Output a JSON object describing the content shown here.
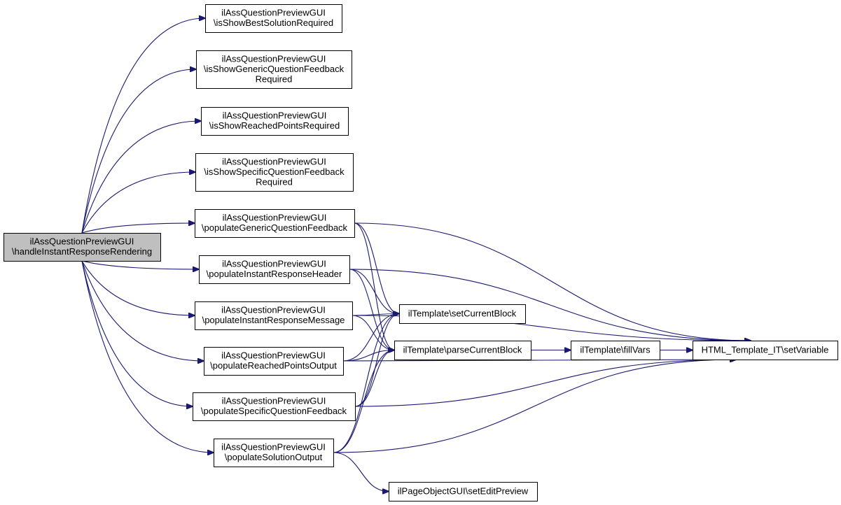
{
  "graph": {
    "nodes": [
      {
        "id": "root",
        "lines": [
          "ilAssQuestionPreviewGUI",
          "\\handleInstantResponseRendering"
        ]
      },
      {
        "id": "best",
        "lines": [
          "ilAssQuestionPreviewGUI",
          "\\isShowBestSolutionRequired"
        ]
      },
      {
        "id": "generic",
        "lines": [
          "ilAssQuestionPreviewGUI",
          "\\isShowGenericQuestionFeedback",
          "Required"
        ]
      },
      {
        "id": "reached",
        "lines": [
          "ilAssQuestionPreviewGUI",
          "\\isShowReachedPointsRequired"
        ]
      },
      {
        "id": "specific",
        "lines": [
          "ilAssQuestionPreviewGUI",
          "\\isShowSpecificQuestionFeedback",
          "Required"
        ]
      },
      {
        "id": "popGeneric",
        "lines": [
          "ilAssQuestionPreviewGUI",
          "\\populateGenericQuestionFeedback"
        ]
      },
      {
        "id": "popHeader",
        "lines": [
          "ilAssQuestionPreviewGUI",
          "\\populateInstantResponseHeader"
        ]
      },
      {
        "id": "popMessage",
        "lines": [
          "ilAssQuestionPreviewGUI",
          "\\populateInstantResponseMessage"
        ]
      },
      {
        "id": "popReached",
        "lines": [
          "ilAssQuestionPreviewGUI",
          "\\populateReachedPointsOutput"
        ]
      },
      {
        "id": "popSpecific",
        "lines": [
          "ilAssQuestionPreviewGUI",
          "\\populateSpecificQuestionFeedback"
        ]
      },
      {
        "id": "popSolution",
        "lines": [
          "ilAssQuestionPreviewGUI",
          "\\populateSolutionOutput"
        ]
      },
      {
        "id": "setCurrentBlock",
        "lines": [
          "ilTemplate\\setCurrentBlock"
        ]
      },
      {
        "id": "parseCurrentBlock",
        "lines": [
          "ilTemplate\\parseCurrentBlock"
        ]
      },
      {
        "id": "fillVars",
        "lines": [
          "ilTemplate\\fillVars"
        ]
      },
      {
        "id": "setVariable",
        "lines": [
          "HTML_Template_IT\\setVariable"
        ]
      },
      {
        "id": "setEditPreview",
        "lines": [
          "ilPageObjectGUI\\setEditPreview"
        ]
      }
    ],
    "edges": [
      [
        "root",
        "best"
      ],
      [
        "root",
        "generic"
      ],
      [
        "root",
        "reached"
      ],
      [
        "root",
        "specific"
      ],
      [
        "root",
        "popGeneric"
      ],
      [
        "root",
        "popHeader"
      ],
      [
        "root",
        "popMessage"
      ],
      [
        "root",
        "popReached"
      ],
      [
        "root",
        "popSpecific"
      ],
      [
        "root",
        "popSolution"
      ],
      [
        "popGeneric",
        "setCurrentBlock"
      ],
      [
        "popGeneric",
        "parseCurrentBlock"
      ],
      [
        "popGeneric",
        "setVariable"
      ],
      [
        "popHeader",
        "setCurrentBlock"
      ],
      [
        "popHeader",
        "parseCurrentBlock"
      ],
      [
        "popHeader",
        "setVariable"
      ],
      [
        "popMessage",
        "setCurrentBlock"
      ],
      [
        "popMessage",
        "parseCurrentBlock"
      ],
      [
        "popMessage",
        "setVariable"
      ],
      [
        "popReached",
        "setCurrentBlock"
      ],
      [
        "popReached",
        "parseCurrentBlock"
      ],
      [
        "popReached",
        "setVariable"
      ],
      [
        "popSpecific",
        "setCurrentBlock"
      ],
      [
        "popSpecific",
        "parseCurrentBlock"
      ],
      [
        "popSpecific",
        "setVariable"
      ],
      [
        "popSolution",
        "setCurrentBlock"
      ],
      [
        "popSolution",
        "parseCurrentBlock"
      ],
      [
        "popSolution",
        "setVariable"
      ],
      [
        "popSolution",
        "setEditPreview"
      ],
      [
        "parseCurrentBlock",
        "fillVars"
      ],
      [
        "fillVars",
        "setVariable"
      ]
    ]
  }
}
